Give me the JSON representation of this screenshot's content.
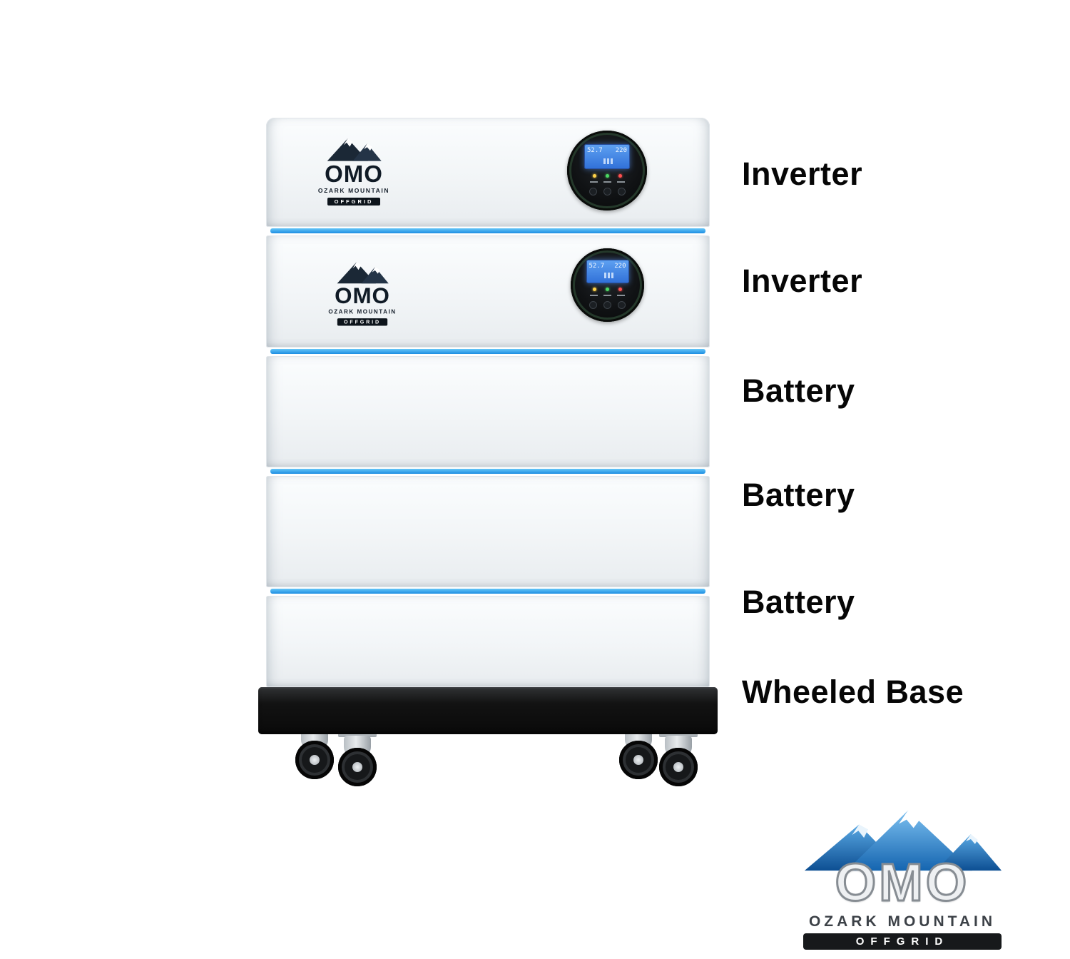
{
  "annotations": [
    {
      "label": "Inverter"
    },
    {
      "label": "Inverter"
    },
    {
      "label": "Battery"
    },
    {
      "label": "Battery"
    },
    {
      "label": "Battery"
    },
    {
      "label": "Wheeled Base"
    }
  ],
  "module_logo": {
    "name": "OMO",
    "line1": "OZARK MOUNTAIN",
    "line2": "OFFGRID"
  },
  "brand": {
    "name": "OMO",
    "line1": "OZARK MOUNTAIN",
    "line2": "OFFGRID"
  },
  "display": {
    "left_value": "52.7",
    "right_value": "220"
  },
  "colors": {
    "stripe": "#1d8ee2",
    "base": "#0a0a0a",
    "module": "#f2f5f7",
    "lcd": "#3f82e0"
  }
}
